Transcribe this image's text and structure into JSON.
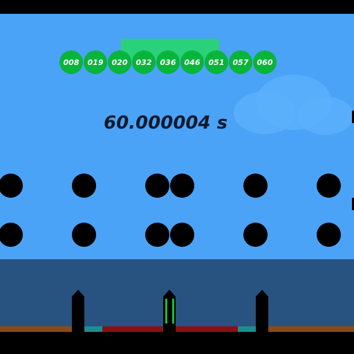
{
  "game": {
    "timer_text": "60.000004 s",
    "drawn_numbers": [
      "008",
      "019",
      "020",
      "032",
      "036",
      "046",
      "051",
      "057",
      "060"
    ]
  },
  "colors": {
    "sky": "#4aa3f7",
    "water": "#28527f",
    "ball": "#08b43a",
    "highlight_panel": "#2bd07a",
    "peg": "#000000",
    "slot_red": "#8b1010",
    "slot_teal": "#1a8f8f",
    "ground": "#8b4a12"
  }
}
